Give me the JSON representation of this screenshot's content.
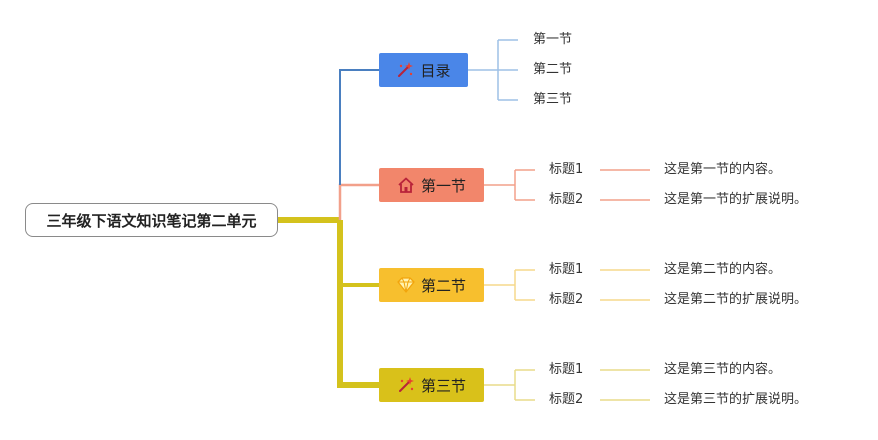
{
  "root": {
    "title": "三年级下语文知识笔记第二单元"
  },
  "toc": {
    "label": "目录",
    "icon": "magic-wand-icon",
    "color": "#4a86e8",
    "line_color": "#4a7fc0",
    "items": [
      "第一节",
      "第二节",
      "第三节"
    ],
    "item_line_color": "#9ec0e6"
  },
  "sections": [
    {
      "label": "第一节",
      "icon": "home-icon",
      "color": "#f2866b",
      "line_color": "#f2a08a",
      "rows": [
        {
          "heading": "标题1",
          "text": "这是第一节的内容。"
        },
        {
          "heading": "标题2",
          "text": "这是第一节的扩展说明。"
        }
      ]
    },
    {
      "label": "第二节",
      "icon": "diamond-icon",
      "color": "#f7bf2e",
      "line_color": "#f5d98c",
      "rows": [
        {
          "heading": "标题1",
          "text": "这是第二节的内容。"
        },
        {
          "heading": "标题2",
          "text": "这是第二节的扩展说明。"
        }
      ]
    },
    {
      "label": "第三节",
      "icon": "magic-wand-icon",
      "color": "#d9c11a",
      "line_color": "#e8dc8a",
      "rows": [
        {
          "heading": "标题1",
          "text": "这是第三节的内容。"
        },
        {
          "heading": "标题2",
          "text": "这是第三节的扩展说明。"
        }
      ]
    }
  ],
  "trunk_color": "#d4c21c"
}
